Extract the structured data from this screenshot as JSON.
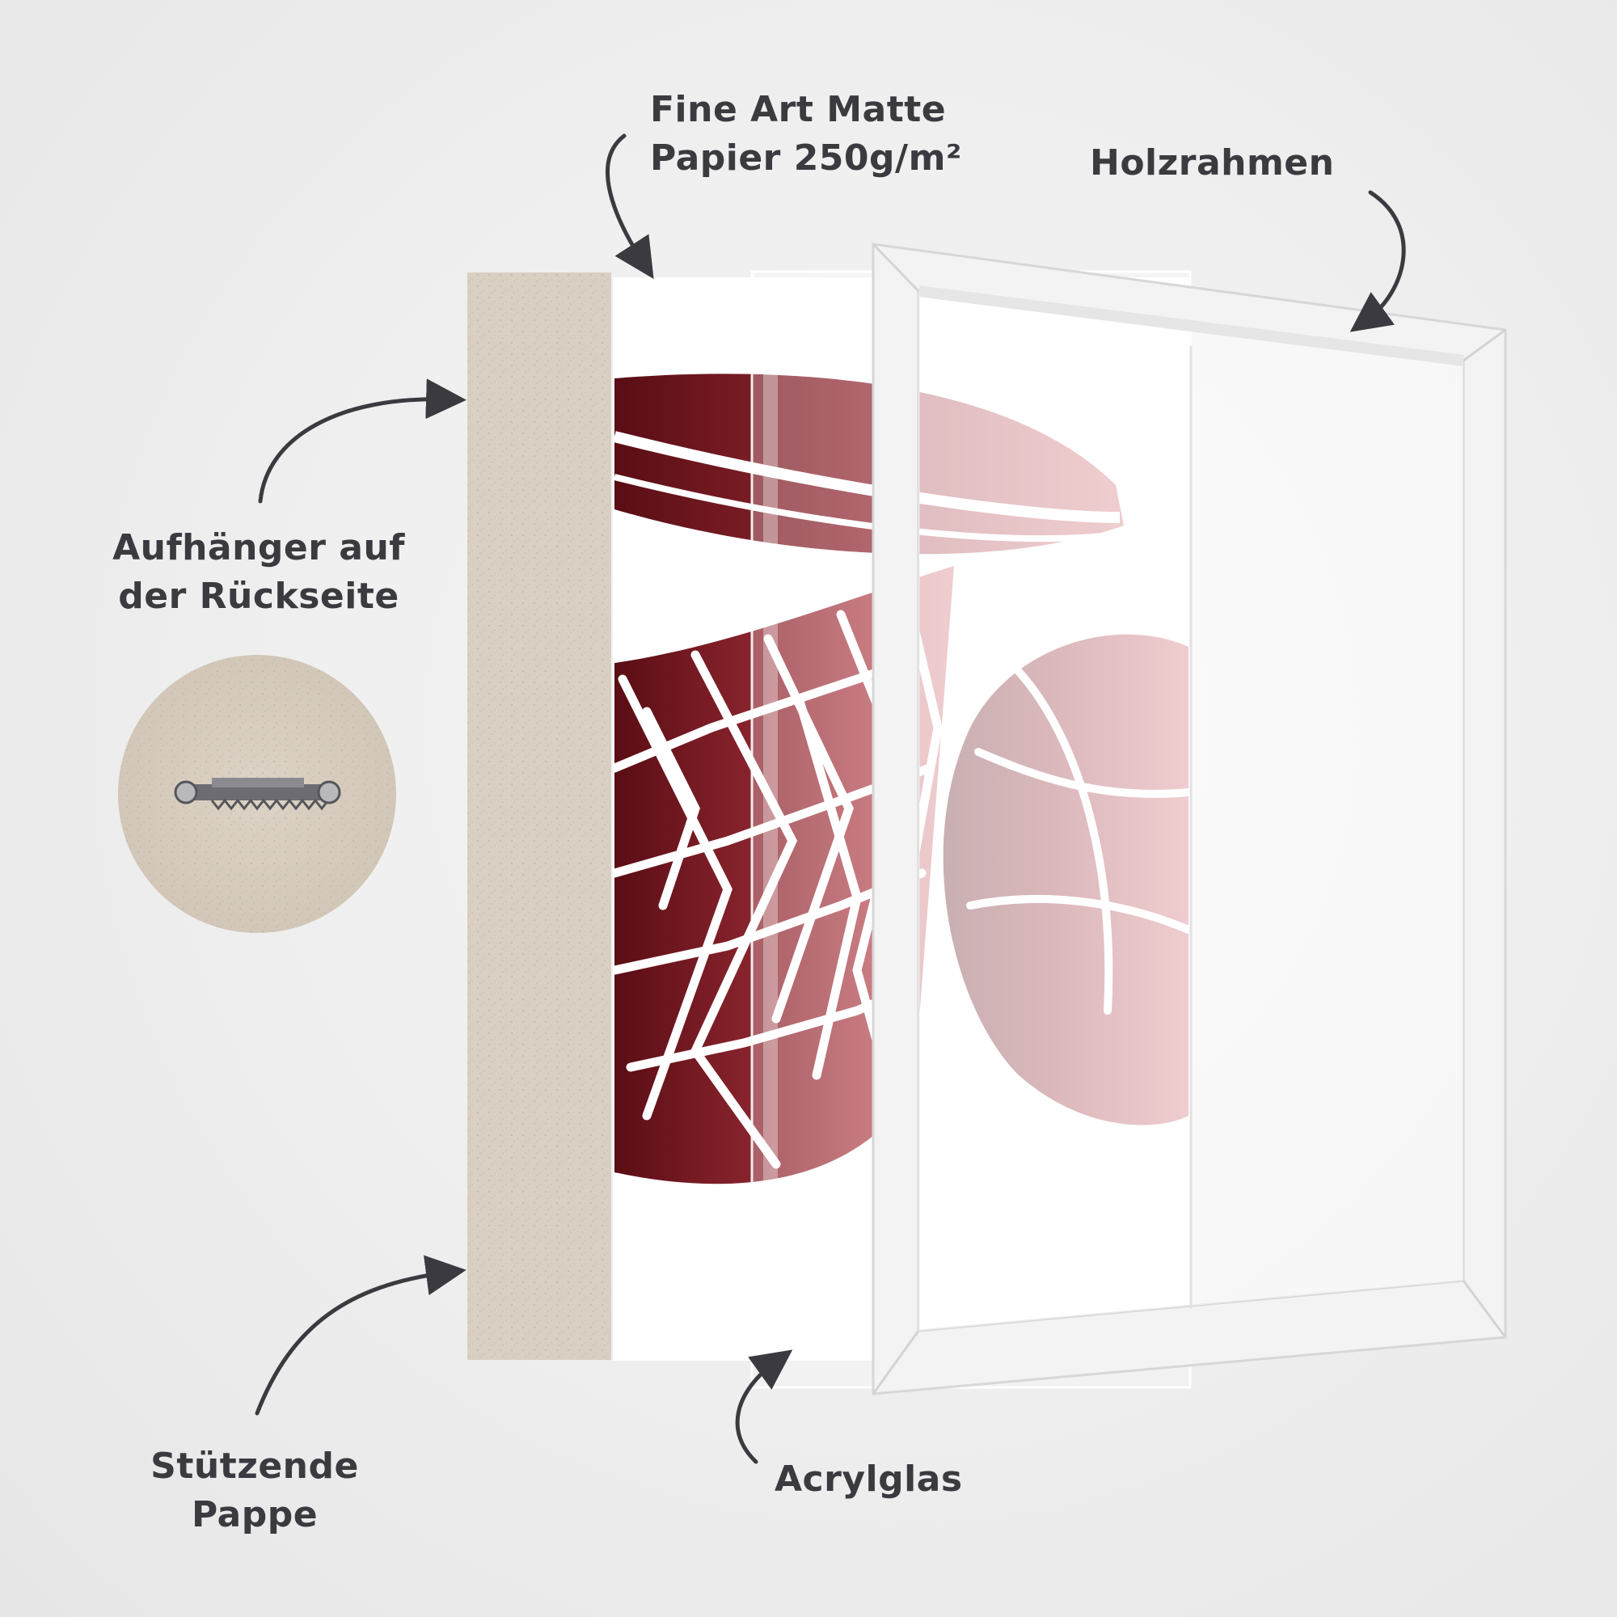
{
  "labels": {
    "paper": {
      "line1": "Fine Art Matte",
      "line2": "Papier 250g/m²"
    },
    "frame": "Holzrahmen",
    "hanger": {
      "line1": "Aufhänger auf",
      "line2": "der Rückseite"
    },
    "backing": {
      "line1": "Stützende",
      "line2": "Pappe"
    },
    "acrylic": "Acrylglas"
  },
  "colors": {
    "background": "#eeeeee",
    "text": "#3a3a40",
    "cardboard": "#d9cfc2",
    "print_dark": "#5a0d14",
    "print_light": "#c9575d",
    "frame": "#f3f3f3"
  }
}
